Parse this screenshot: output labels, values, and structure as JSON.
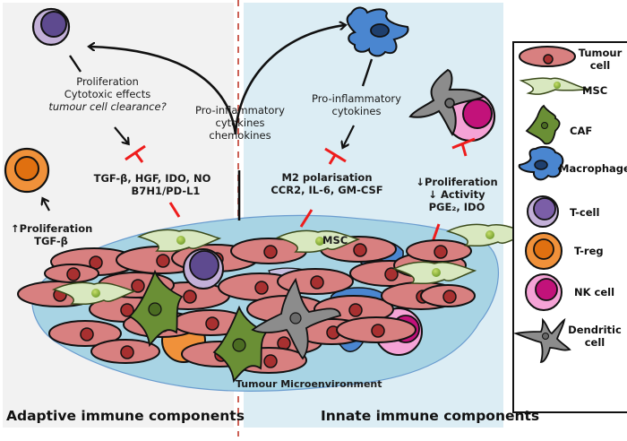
{
  "panels": {
    "adaptive": {
      "title": "Adaptive immune components",
      "background": "#f2f2f2"
    },
    "innate": {
      "title": "Innate immune components",
      "background": "#dcedf4"
    }
  },
  "center_label": [
    "Pro-inflammatory",
    "cytokines",
    "chemokines"
  ],
  "adaptive_labels": {
    "tcell_effects": [
      "Proliferation",
      "Cytotoxic effects",
      "tumour cell clearance?"
    ],
    "msc_inhibitors": [
      "TGF-β, HGF, IDO, NO",
      "B7H1/PD-L1"
    ],
    "treg_effects": [
      "↑Proliferation",
      "TGF-β"
    ]
  },
  "innate_labels": {
    "macrophage_cytokines": [
      "Pro-inflammatory",
      "cytokines"
    ],
    "macrophage_effects": [
      "M2 polarisation",
      "CCR2, IL-6, GM-CSF"
    ],
    "nk_dc_effects": [
      "↓Proliferation",
      "↓ Activity",
      "PGE₂, IDO"
    ]
  },
  "microenvironment": {
    "title": "Tumour Microenvironment",
    "msc_label": "MSC"
  },
  "legend": {
    "items": [
      {
        "label": "Tumour cell",
        "icon": "tumour-cell-icon",
        "color": "#d88080"
      },
      {
        "label": "MSC",
        "icon": "msc-icon",
        "color": "#d9e8c0"
      },
      {
        "label": "CAF",
        "icon": "caf-icon",
        "color": "#6a8f35"
      },
      {
        "label": "Macrophage",
        "icon": "macrophage-icon",
        "color": "#4a86d0"
      },
      {
        "label": "T-cell",
        "icon": "t-cell-icon",
        "color": "#7b5ea7"
      },
      {
        "label": "T-reg",
        "icon": "t-reg-icon",
        "color": "#f0913a"
      },
      {
        "label": "NK cell",
        "icon": "nk-cell-icon",
        "color": "#d4157e"
      },
      {
        "label": "Dendritic cell",
        "icon": "dendritic-cell-icon",
        "color": "#8c8c8c"
      }
    ]
  },
  "colors": {
    "inhibition": "#ee1c1c",
    "arrow": "#111111",
    "divider": "#c0392b",
    "microenvironment_fill": "#a8d4e4"
  }
}
